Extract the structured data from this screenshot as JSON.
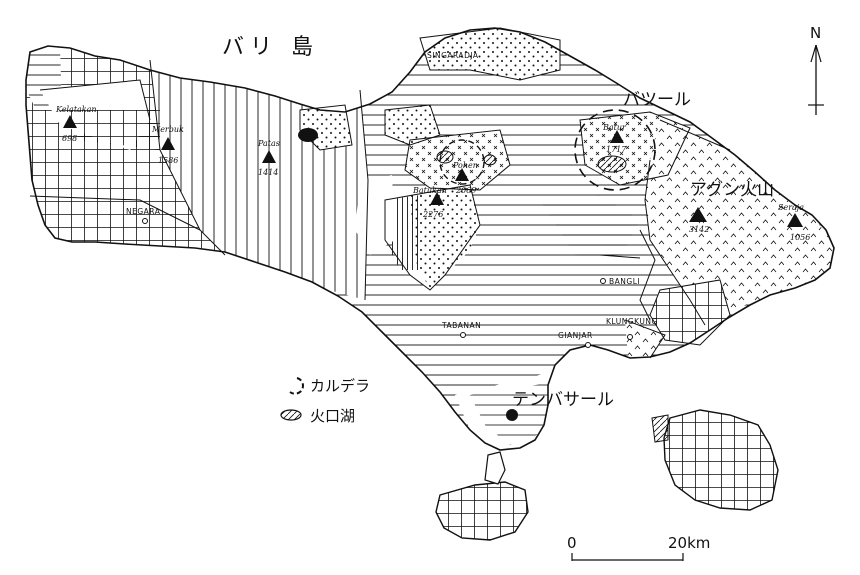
{
  "map": {
    "title": "バリ 島",
    "north_label": "N",
    "volcanoes": [
      {
        "name": "Kelatakan",
        "elevation": "698"
      },
      {
        "name": "Merbuk",
        "elevation": "1586"
      },
      {
        "name": "Patas",
        "elevation": "1414"
      },
      {
        "name": "Pohen",
        "elevation": "2069"
      },
      {
        "name": "Batukan",
        "elevation": "2276"
      },
      {
        "name": "Batur",
        "elevation": "1717"
      },
      {
        "name": "",
        "elevation": "3142"
      },
      {
        "name": "Seraja",
        "elevation": "1056"
      }
    ],
    "big_labels": {
      "batur": "バツール",
      "agung": "アグン火山",
      "denpasar": "テンバサール"
    },
    "towns": [
      "SINGARADJA",
      "NEGARA",
      "TABANAN",
      "GIANJAR",
      "BANGLI",
      "KLUNGKUNG"
    ],
    "legend": [
      {
        "symbol": "caldera-dashed-circle",
        "label": "カルデラ"
      },
      {
        "symbol": "crater-lake",
        "label": "火口湖"
      }
    ],
    "scale": {
      "start": "0",
      "end": "20km"
    }
  }
}
